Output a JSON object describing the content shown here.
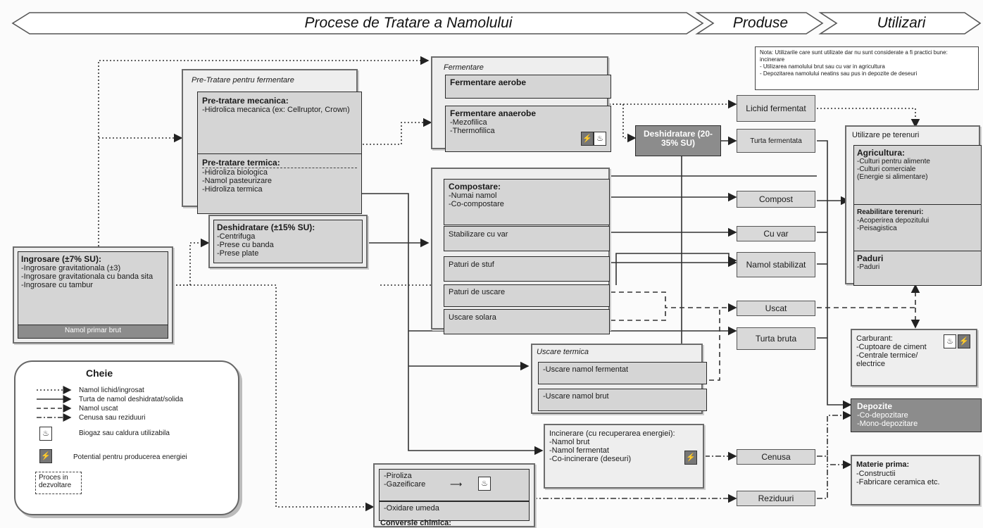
{
  "header": {
    "processes": "Procese de Tratare a Namolului",
    "products": "Produse",
    "uses": "Utilizari"
  },
  "note": "Nota: Utilizarile care sunt utilizate dar nu sunt considerate a fi practici bune: incinerare\n- Utilizarea namolului brut sau cu var in agricultura\n- Depozitarea namolului neatins sau pus in depozite de deseuri",
  "boxes": {
    "ingrosare": {
      "title": "Ingrosare (±7% SU):",
      "lines": "-Ingrosare gravitationala (±3)\n-Ingrosare gravitationala cu banda sita\n-Ingrosare cu tambur"
    },
    "namol_primar": "Namol primar brut",
    "pre_tratare": {
      "title": "Pre-Tratare pentru fermentare"
    },
    "pre_mecanica": {
      "title": "Pre-tratare mecanica:",
      "lines": "-Hidrolica mecanica (ex: Cellruptor, Crown)"
    },
    "pre_termica": {
      "title": "Pre-tratare termica:",
      "lines": "-Hidroliza biologica\n-Namol pasteurizare\n-Hidroliza termica"
    },
    "deshidratare": {
      "title": "Deshidratare (±15% SU):",
      "lines": "-Centrifuga\n-Prese cu banda\n-Prese plate"
    },
    "fermentare": {
      "title": "Fermentare"
    },
    "fermentare_aerob": "Fermentare aerobe",
    "fermentare_anaerob": {
      "title": "Fermentare anaerobe",
      "lines": "-Mezofilica\n-Thermofilica"
    },
    "deshidratare2": "Deshidratare (20-35% SU)",
    "compostare": {
      "title": "Compostare:",
      "lines": "-Numai namol\n-Co-compostare"
    },
    "stabilizare": "Stabilizare cu var",
    "paturi_stuf": "Paturi de stuf",
    "paturi_uscare": "Paturi de uscare",
    "uscare_solara": "Uscare solara",
    "uscare_termica": {
      "title": "Uscare termica",
      "a": "-Uscare namol fermentat",
      "b": "-Uscare namol brut"
    },
    "incinerare": {
      "title": "Incinerare (cu recuperarea energiei):",
      "lines": "-Namol brut\n-Namol fermentat\n-Co-incinerare (deseuri)"
    },
    "piroliza": {
      "lines": "-Piroliza\n-Gazeificare"
    },
    "oxidare": "-Oxidare umeda",
    "conversie": "Conversie chimica:"
  },
  "products": {
    "lichid": "Lichid fermentat",
    "turta_fermentata": "Turta fermentata",
    "compost": "Compost",
    "cu_var": "Cu var",
    "namol_stabilizat": "Namol stabilizat",
    "uscat": "Uscat",
    "turta_bruta": "Turta bruta",
    "cenusa": "Cenusa",
    "reziduuri": "Reziduuri"
  },
  "uses": {
    "teren_title": "Utilizare pe terenuri",
    "agricultura_title": "Agricultura:",
    "agricultura_lines": "-Culturi pentru alimente\n-Culturi comerciale\n(Energie si alimentare)",
    "reabilitare_title": "Reabilitare terenuri:",
    "reabilitare_lines": "-Acoperirea depozitului\n-Peisagistica",
    "paduri_title": "Paduri",
    "paduri_lines": "-Paduri",
    "carburant_title": "Carburant:",
    "carburant_lines": "-Cuptoare de ciment\n-Centrale termice/ electrice",
    "depozite_title": "Depozite",
    "depozite_lines": "-Co-depozitare\n-Mono-depozitare",
    "materie_title": "Materie prima:",
    "materie_lines": "-Constructii\n-Fabricare ceramica etc."
  },
  "legend": {
    "title": "Cheie",
    "l1": "Namol lichid/ingrosat",
    "l2": "Turta de namol deshidratat/solida",
    "l3": "Namol uscat",
    "l4": "Cenusa sau reziduuri",
    "l5": "Biogaz sau caldura utilizabila",
    "l6": "Potential pentru producerea energiei",
    "l7": "Proces in dezvoltare"
  },
  "icons": {
    "biogas": "flame-icon",
    "energy": "lightning-icon"
  }
}
